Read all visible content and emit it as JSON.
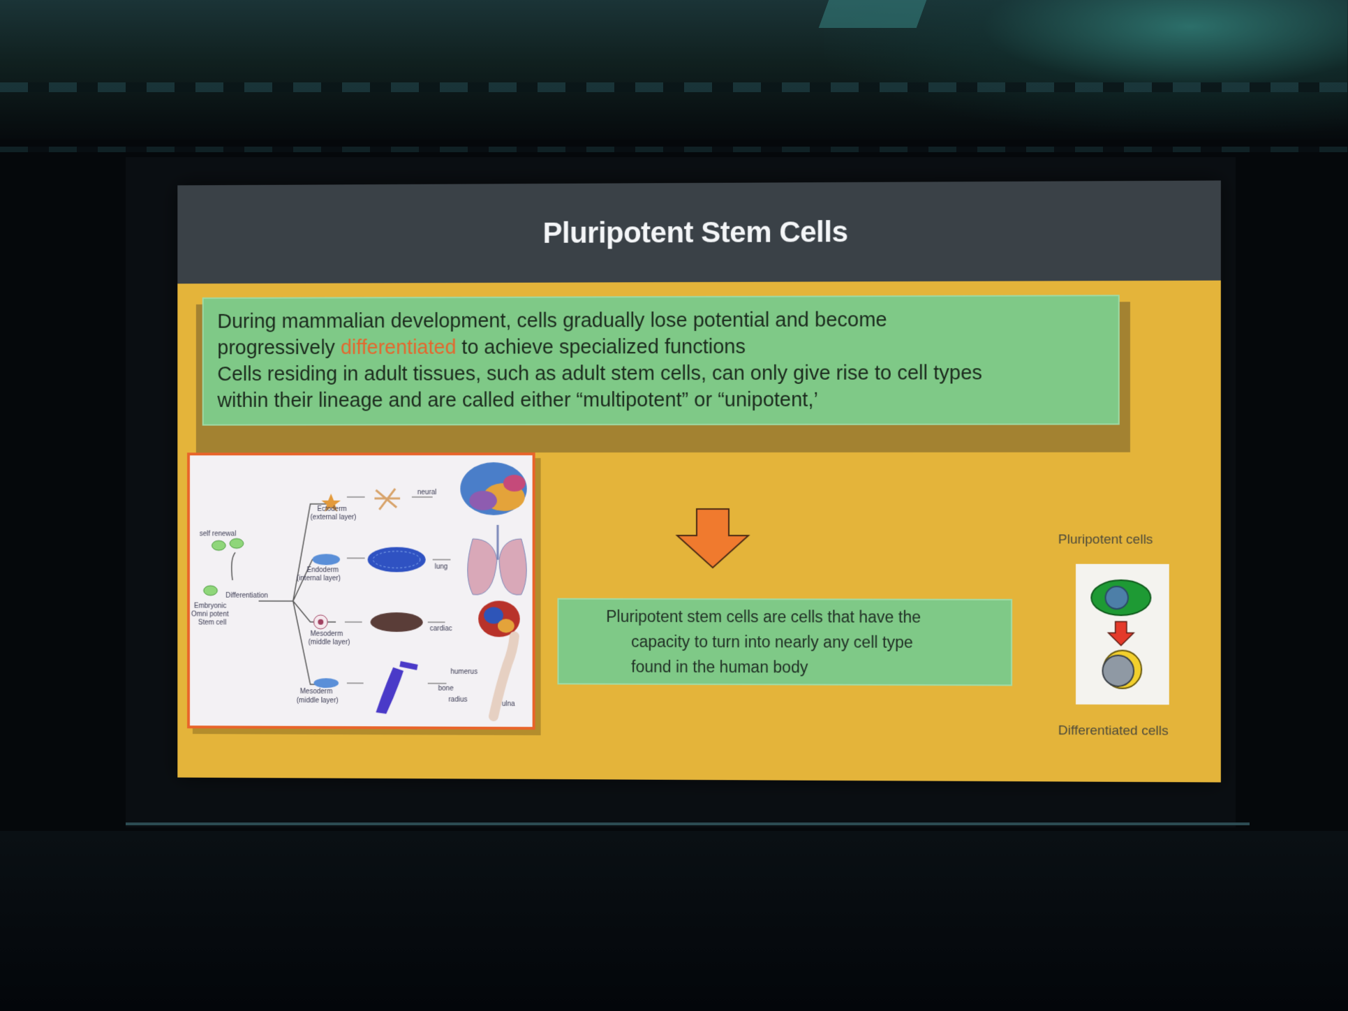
{
  "slide": {
    "title": "Pluripotent Stem Cells",
    "intro_line1": "During mammalian development, cells gradually lose potential and become",
    "intro_line2_before": "progressively ",
    "intro_line2_highlight": "differentiated",
    "intro_line2_after": " to achieve specialized functions",
    "intro_line3": "Cells residing in adult tissues, such as adult stem cells, can only give rise to cell types",
    "intro_line4": "within their lineage and are called either “multipotent” or “unipotent,’",
    "definition_line1": "Pluripotent stem cells are cells that have the",
    "definition_line2": "capacity to turn into nearly any cell type",
    "definition_line3": "found in the human body",
    "label_pluripotent": "Pluripotent cells",
    "label_differentiated": "Differentiated cells",
    "highlight_color": "#e4672e",
    "background_color": "#e4b43a",
    "box_color": "#7fc987"
  },
  "diagram": {
    "self_renewal": "self renewal",
    "differentiation": "Differentiation",
    "embryonic": "Embryonic",
    "omni": "Omni potent",
    "stem_cell": "Stem cell",
    "ectoderm": "Ectoderm",
    "ectoderm_sub": "(external layer)",
    "endoderm": "Endoderm",
    "endoderm_sub": "(internal layer)",
    "mesoderm1": "Mesoderm",
    "mesoderm1_sub": "(middle layer)",
    "mesoderm2": "Mesoderm",
    "mesoderm2_sub": "(middle layer)",
    "neural": "neural",
    "lung": "lung",
    "cardiac": "cardiac",
    "bone": "bone",
    "humerus": "humerus",
    "radius": "radius",
    "ulna": "ulna"
  }
}
